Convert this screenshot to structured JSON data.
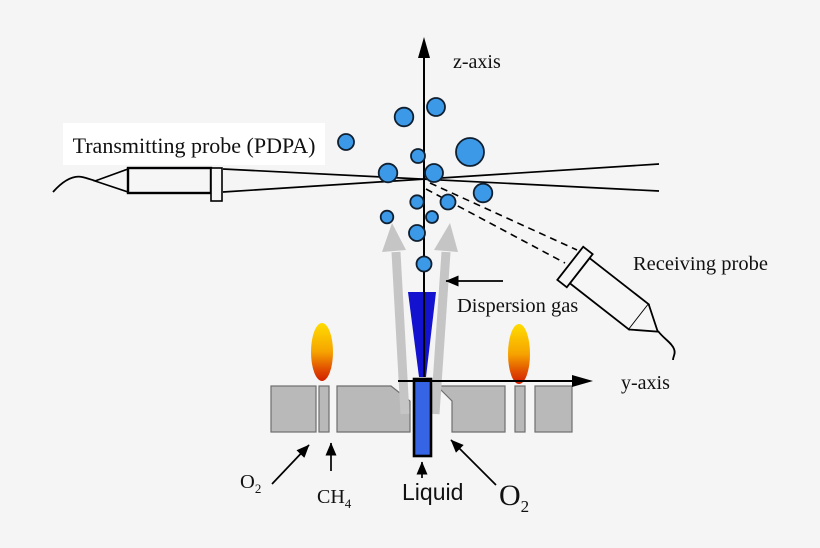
{
  "diagram": {
    "labels": {
      "transmitting_probe": "Transmitting probe (PDPA)",
      "receiving_probe": "Receiving probe",
      "dispersion_gas": "Dispersion gas",
      "z_axis": "z-axis",
      "y_axis": "y-axis",
      "o2_left": {
        "main": "O",
        "sub": "2"
      },
      "ch4": {
        "main": "CH",
        "sub": "4"
      },
      "liquid": "Liquid",
      "o2_right": {
        "main": "O",
        "sub": "2"
      }
    },
    "colors": {
      "background": "#F5F5F6",
      "droplet_fill": "#3B99E8",
      "droplet_stroke": "#102030",
      "spray_cone": "#1212CF",
      "liquid_tube_fill": "#3565E5",
      "burner_block": "#B9B9B9",
      "burner_block_stroke": "#6E6E6E",
      "gas_arrow_gray": "#C5C5C5",
      "flame_top": "#FFDC00",
      "flame_mid": "#F6A300",
      "flame_bottom": "#D21F00",
      "line_black": "#000000"
    }
  }
}
